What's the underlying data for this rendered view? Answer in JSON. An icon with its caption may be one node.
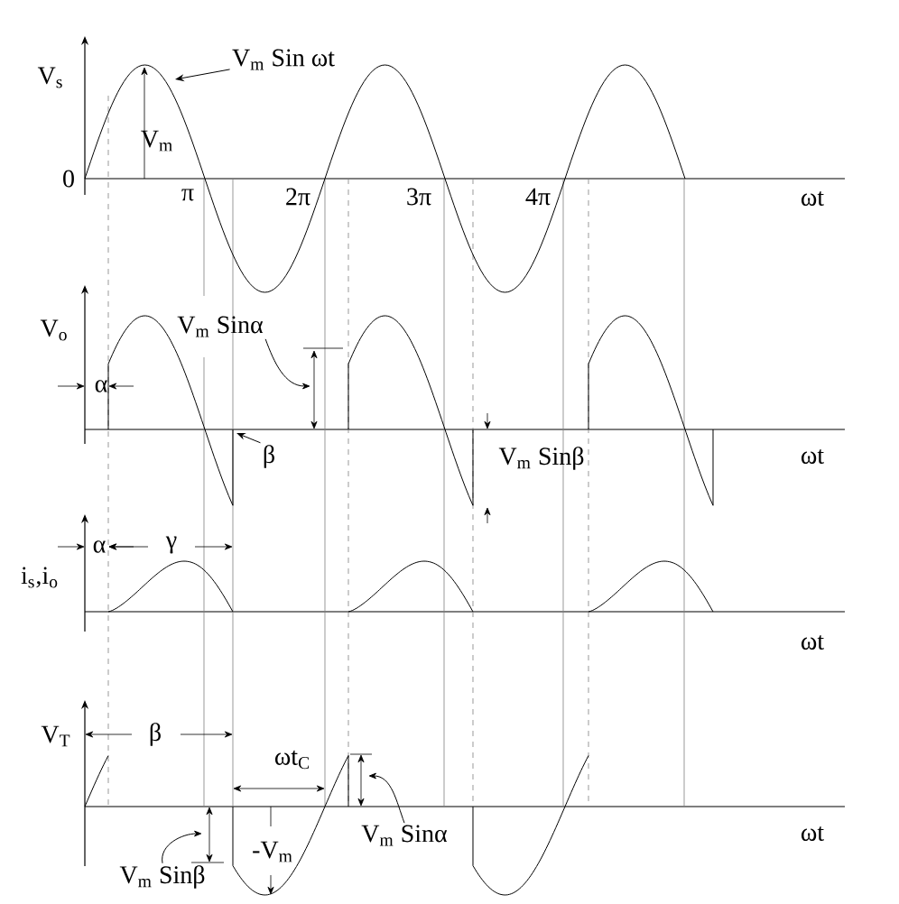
{
  "diagram": {
    "nodes": [
      {
        "text": [
          "V$_{m}$ Sin ωt"
        ]
      },
      {
        "text": [
          "V$_{m}$ Sinα"
        ]
      },
      {
        "text": [
          "β"
        ]
      },
      {
        "text": [
          "V$_{m}$ Sinα"
        ]
      },
      {
        "text": [
          "V$_{m}$ Sinβ"
        ]
      }
    ],
    "edges": [
      {
        "from": 0,
        "to": null,
        "arrow": "to"
      },
      {
        "from": 1,
        "to": null,
        "arrow": "to"
      },
      {
        "from": 2,
        "to": null,
        "arrow": "to"
      },
      {
        "from": 3,
        "to": null,
        "arrow": "to"
      },
      {
        "from": 4,
        "to": null,
        "arrow": "to"
      }
    ],
    "labels": [
      "V$_{s}$",
      "V$_{m}$",
      "0",
      "π",
      "2π",
      "3π",
      "4π",
      "ωt",
      "V$_{o}$",
      "α",
      "ωt",
      "V$_{m}$ Sinβ",
      "α",
      "γ",
      "i$_{s}$,i$_{o}$",
      "ωt",
      "V$_{T}$",
      "β",
      "ωt$_{C}$",
      "-V$_{m}$",
      "ωt"
    ]
  }
}
